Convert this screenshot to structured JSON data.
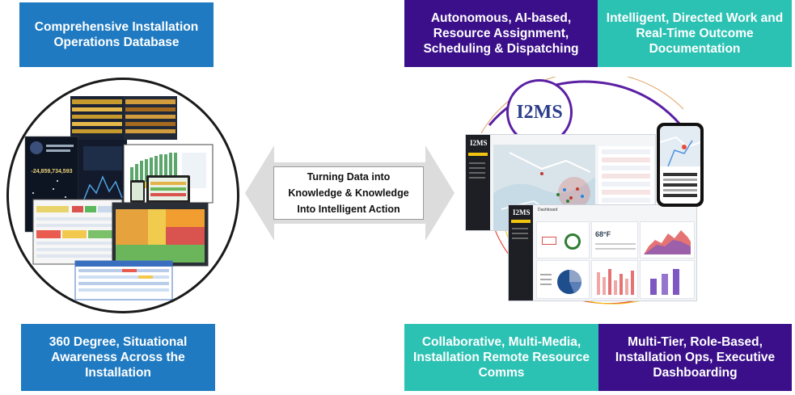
{
  "boxes": {
    "top_left": "Comprehensive Installation Operations Database",
    "top_center_right": "Autonomous, AI-based, Resource Assignment, Scheduling & Dispatching",
    "top_right": "Intelligent, Directed Work and Real-Time Outcome Documentation",
    "bottom_left": "360 Degree,  Situational Awareness Across the Installation",
    "bottom_center_right": "Collaborative, Multi-Media, Installation Remote Resource Comms",
    "bottom_right": "Multi-Tier, Role-Based, Installation Ops, Executive Dashboarding"
  },
  "center": {
    "line1": "Turning Data into",
    "line2": "Knowledge  & Knowledge",
    "line3": "Into Intelligent Action"
  },
  "logo": {
    "text": "I2MS",
    "mini_text_1": "I2MS",
    "mini_text_2": "I2MS",
    "mini_temp": "68°F",
    "mini_dash_label": "Dashboard"
  },
  "left_collage": {
    "big_number": "-24,859,734,593"
  },
  "colors": {
    "blue": "#1f7ac1",
    "purple": "#3b0f8a",
    "teal": "#2cc2b3",
    "arrow_gray": "#dcdcdc"
  }
}
